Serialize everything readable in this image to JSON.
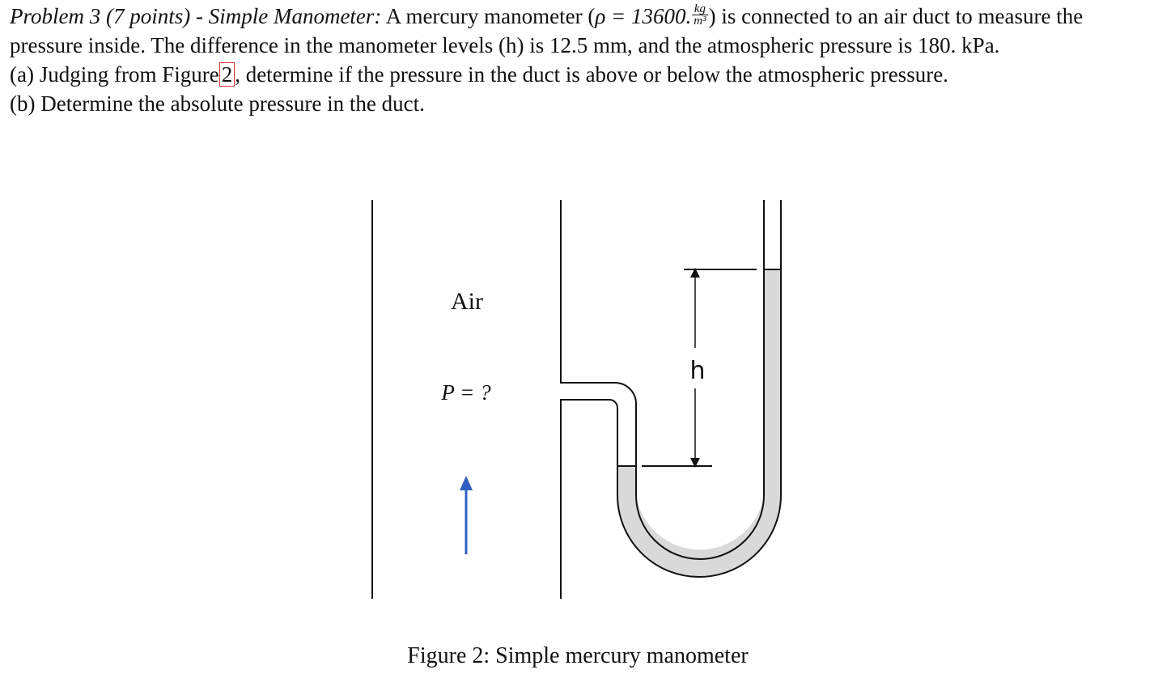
{
  "problem": {
    "heading": "Problem 3 (7 points) - Simple Manometer:",
    "intro_before_rho": "A mercury manometer (",
    "rho_symbol": "ρ = 13600.",
    "unit_num": "kg",
    "unit_den": "m³",
    "intro_after_rho": ") is connected to an air duct to measure the pressure inside. The difference in the manometer levels (h) is 12.5 mm, and the atmospheric pressure is 180. kPa.",
    "part_a_before": "(a) Judging from Figure",
    "figure_ref": "2",
    "part_a_after": ", determine if the pressure in the duct is above or below the atmospheric pressure.",
    "part_b": "(b) Determine the absolute pressure in the duct."
  },
  "figure": {
    "air_label": "Air",
    "pressure_label": "P = ?",
    "h_label": "h",
    "caption": "Figure 2: Simple mercury manometer",
    "colors": {
      "line": "#111111",
      "mercury": "#d9d9d9",
      "flow_arrow": "#3060c0"
    }
  }
}
